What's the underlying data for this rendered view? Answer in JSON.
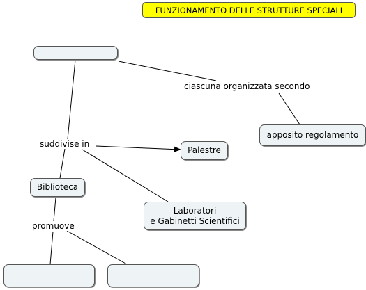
{
  "title": "FUNZIONAMENTO DELLE STRUTTURE SPECIALI",
  "nodes": {
    "root": "",
    "regolamento": "apposito regolamento",
    "palestre": "Palestre",
    "biblioteca": "Biblioteca",
    "laboratori_line1": "Laboratori",
    "laboratori_line2": "e Gabinetti Scientifici",
    "bottom_left": "",
    "bottom_right": ""
  },
  "links": {
    "organizzata": "ciascuna organizzata secondo",
    "suddivise": "suddivise in",
    "promuove": "promuove"
  },
  "colors": {
    "title_fill": "#ffff00",
    "node_fill": "#eef4f5",
    "line": "#000000"
  }
}
